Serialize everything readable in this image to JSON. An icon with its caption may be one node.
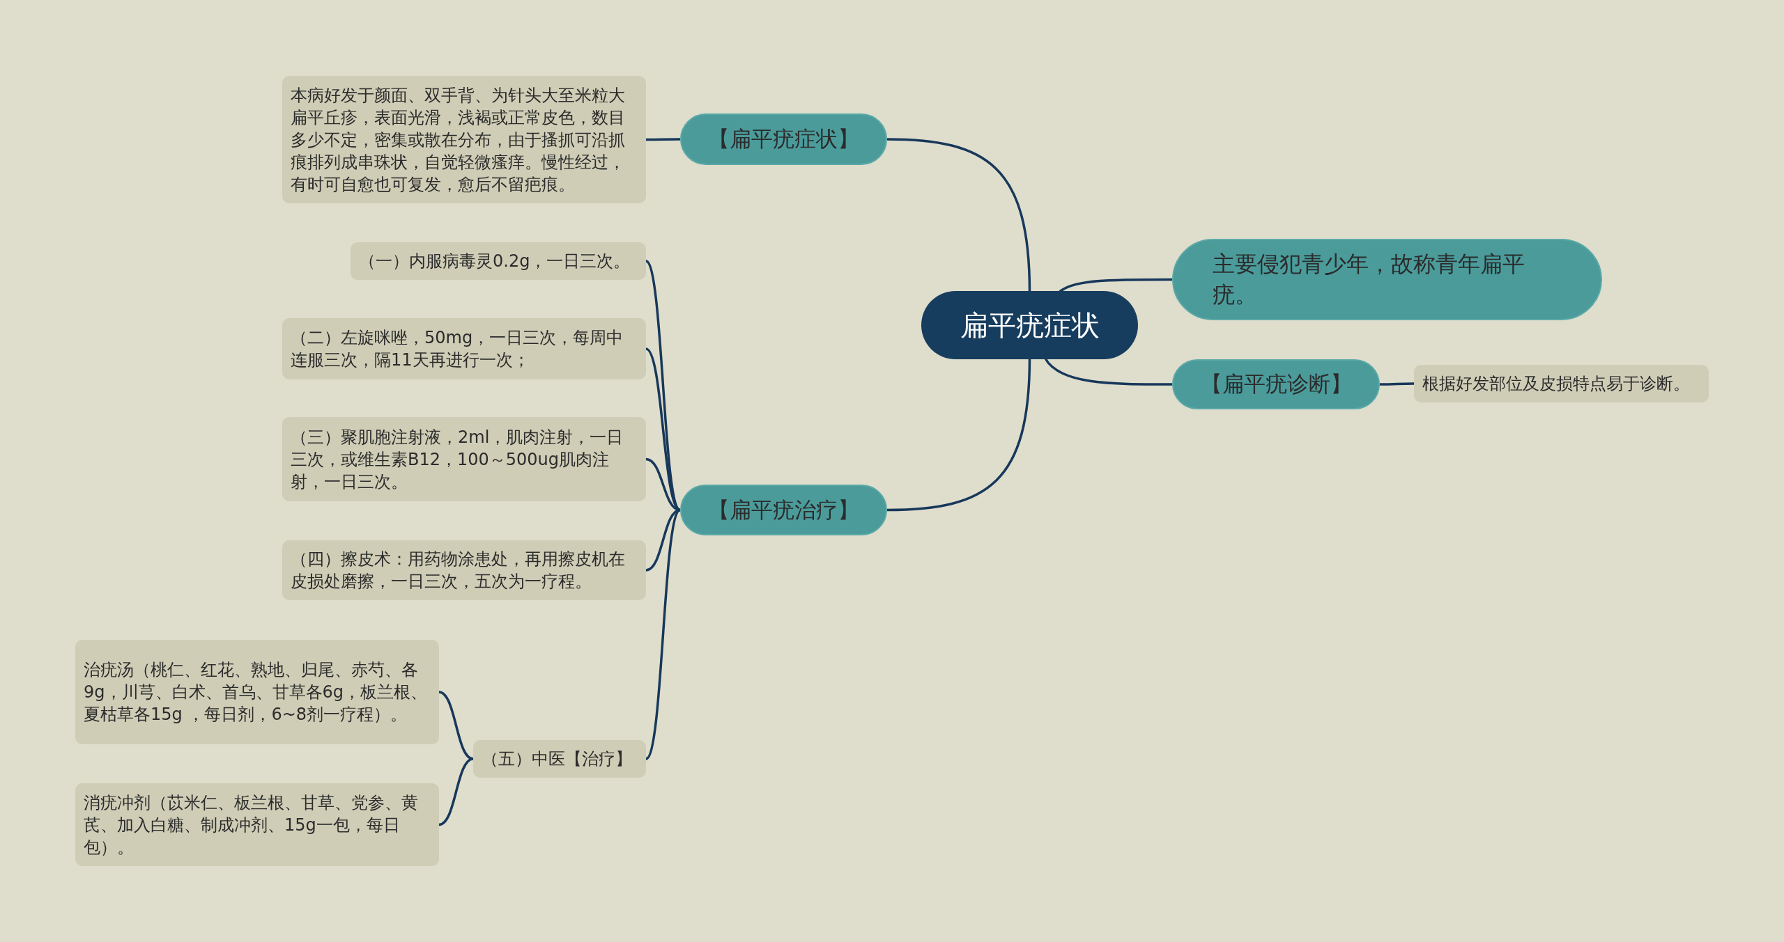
{
  "diagram": {
    "nodes": [
      {
        "text": [
          "扁平疣症状"
        ]
      },
      {
        "text": [
          "【扁平疣症状】"
        ]
      },
      {
        "text": [
          "本病好发于颜面、双手背、为针头大至米粒大扁平丘疹，表面光滑，浅褐或正常皮色，数目多少不定，密集或散在分布，由于搔抓可沿抓痕排列成串珠状，自觉轻微瘙痒。慢性经过，有时可自愈也可复发，愈后不留疤痕。"
        ]
      },
      {
        "text": [
          "主要侵犯青少年，故称青年扁平疣。"
        ]
      },
      {
        "text": [
          "【扁平疣诊断】"
        ]
      },
      {
        "text": [
          "根据好发部位及皮损特点易于诊断。"
        ]
      },
      {
        "text": [
          "【扁平疣治疗】"
        ]
      },
      {
        "text": [
          "（一）内服病毒灵0.2g，一日三次。"
        ]
      },
      {
        "text": [
          "（二）左旋咪唑，50mg，一日三次，每周中连服三次，隔11天再进行一次；"
        ]
      },
      {
        "text": [
          "（三）聚肌胞注射液，2ml，肌肉注射，一日三次，或维生素B12，100～500ug肌肉注射，一日三次。"
        ]
      },
      {
        "text": [
          "（四）擦皮术：用药物涂患处，再用擦皮机在皮损处磨擦，一日三次，五次为一疗程。"
        ]
      },
      {
        "text": [
          "（五）中医【治疗】"
        ]
      },
      {
        "text": [
          "治疣汤（桃仁、红花、熟地、归尾、赤芍、各9g，川芎、白术、首乌、甘草各6g，板兰根、夏枯草各15g ，每日剂，6~8剂一疗程）。"
        ]
      },
      {
        "text": [
          "消疣冲剂（苡米仁、板兰根、甘草、党参、黄芪、加入白糖、制成冲剂、15g一包，每日包）。"
        ]
      }
    ],
    "edges": [
      {
        "from": 0,
        "to": 1,
        "arrow": "none"
      },
      {
        "from": 1,
        "to": 2,
        "arrow": "none"
      },
      {
        "from": 0,
        "to": 3,
        "arrow": "none"
      },
      {
        "from": 0,
        "to": 4,
        "arrow": "none"
      },
      {
        "from": 4,
        "to": 5,
        "arrow": "none"
      },
      {
        "from": 0,
        "to": 6,
        "arrow": "none"
      },
      {
        "from": 6,
        "to": 7,
        "arrow": "none"
      },
      {
        "from": 6,
        "to": 8,
        "arrow": "none"
      },
      {
        "from": 6,
        "to": 9,
        "arrow": "none"
      },
      {
        "from": 6,
        "to": 10,
        "arrow": "none"
      },
      {
        "from": 6,
        "to": 11,
        "arrow": "none"
      },
      {
        "from": 11,
        "to": 12,
        "arrow": "none"
      },
      {
        "from": 11,
        "to": 13,
        "arrow": "none"
      }
    ]
  }
}
